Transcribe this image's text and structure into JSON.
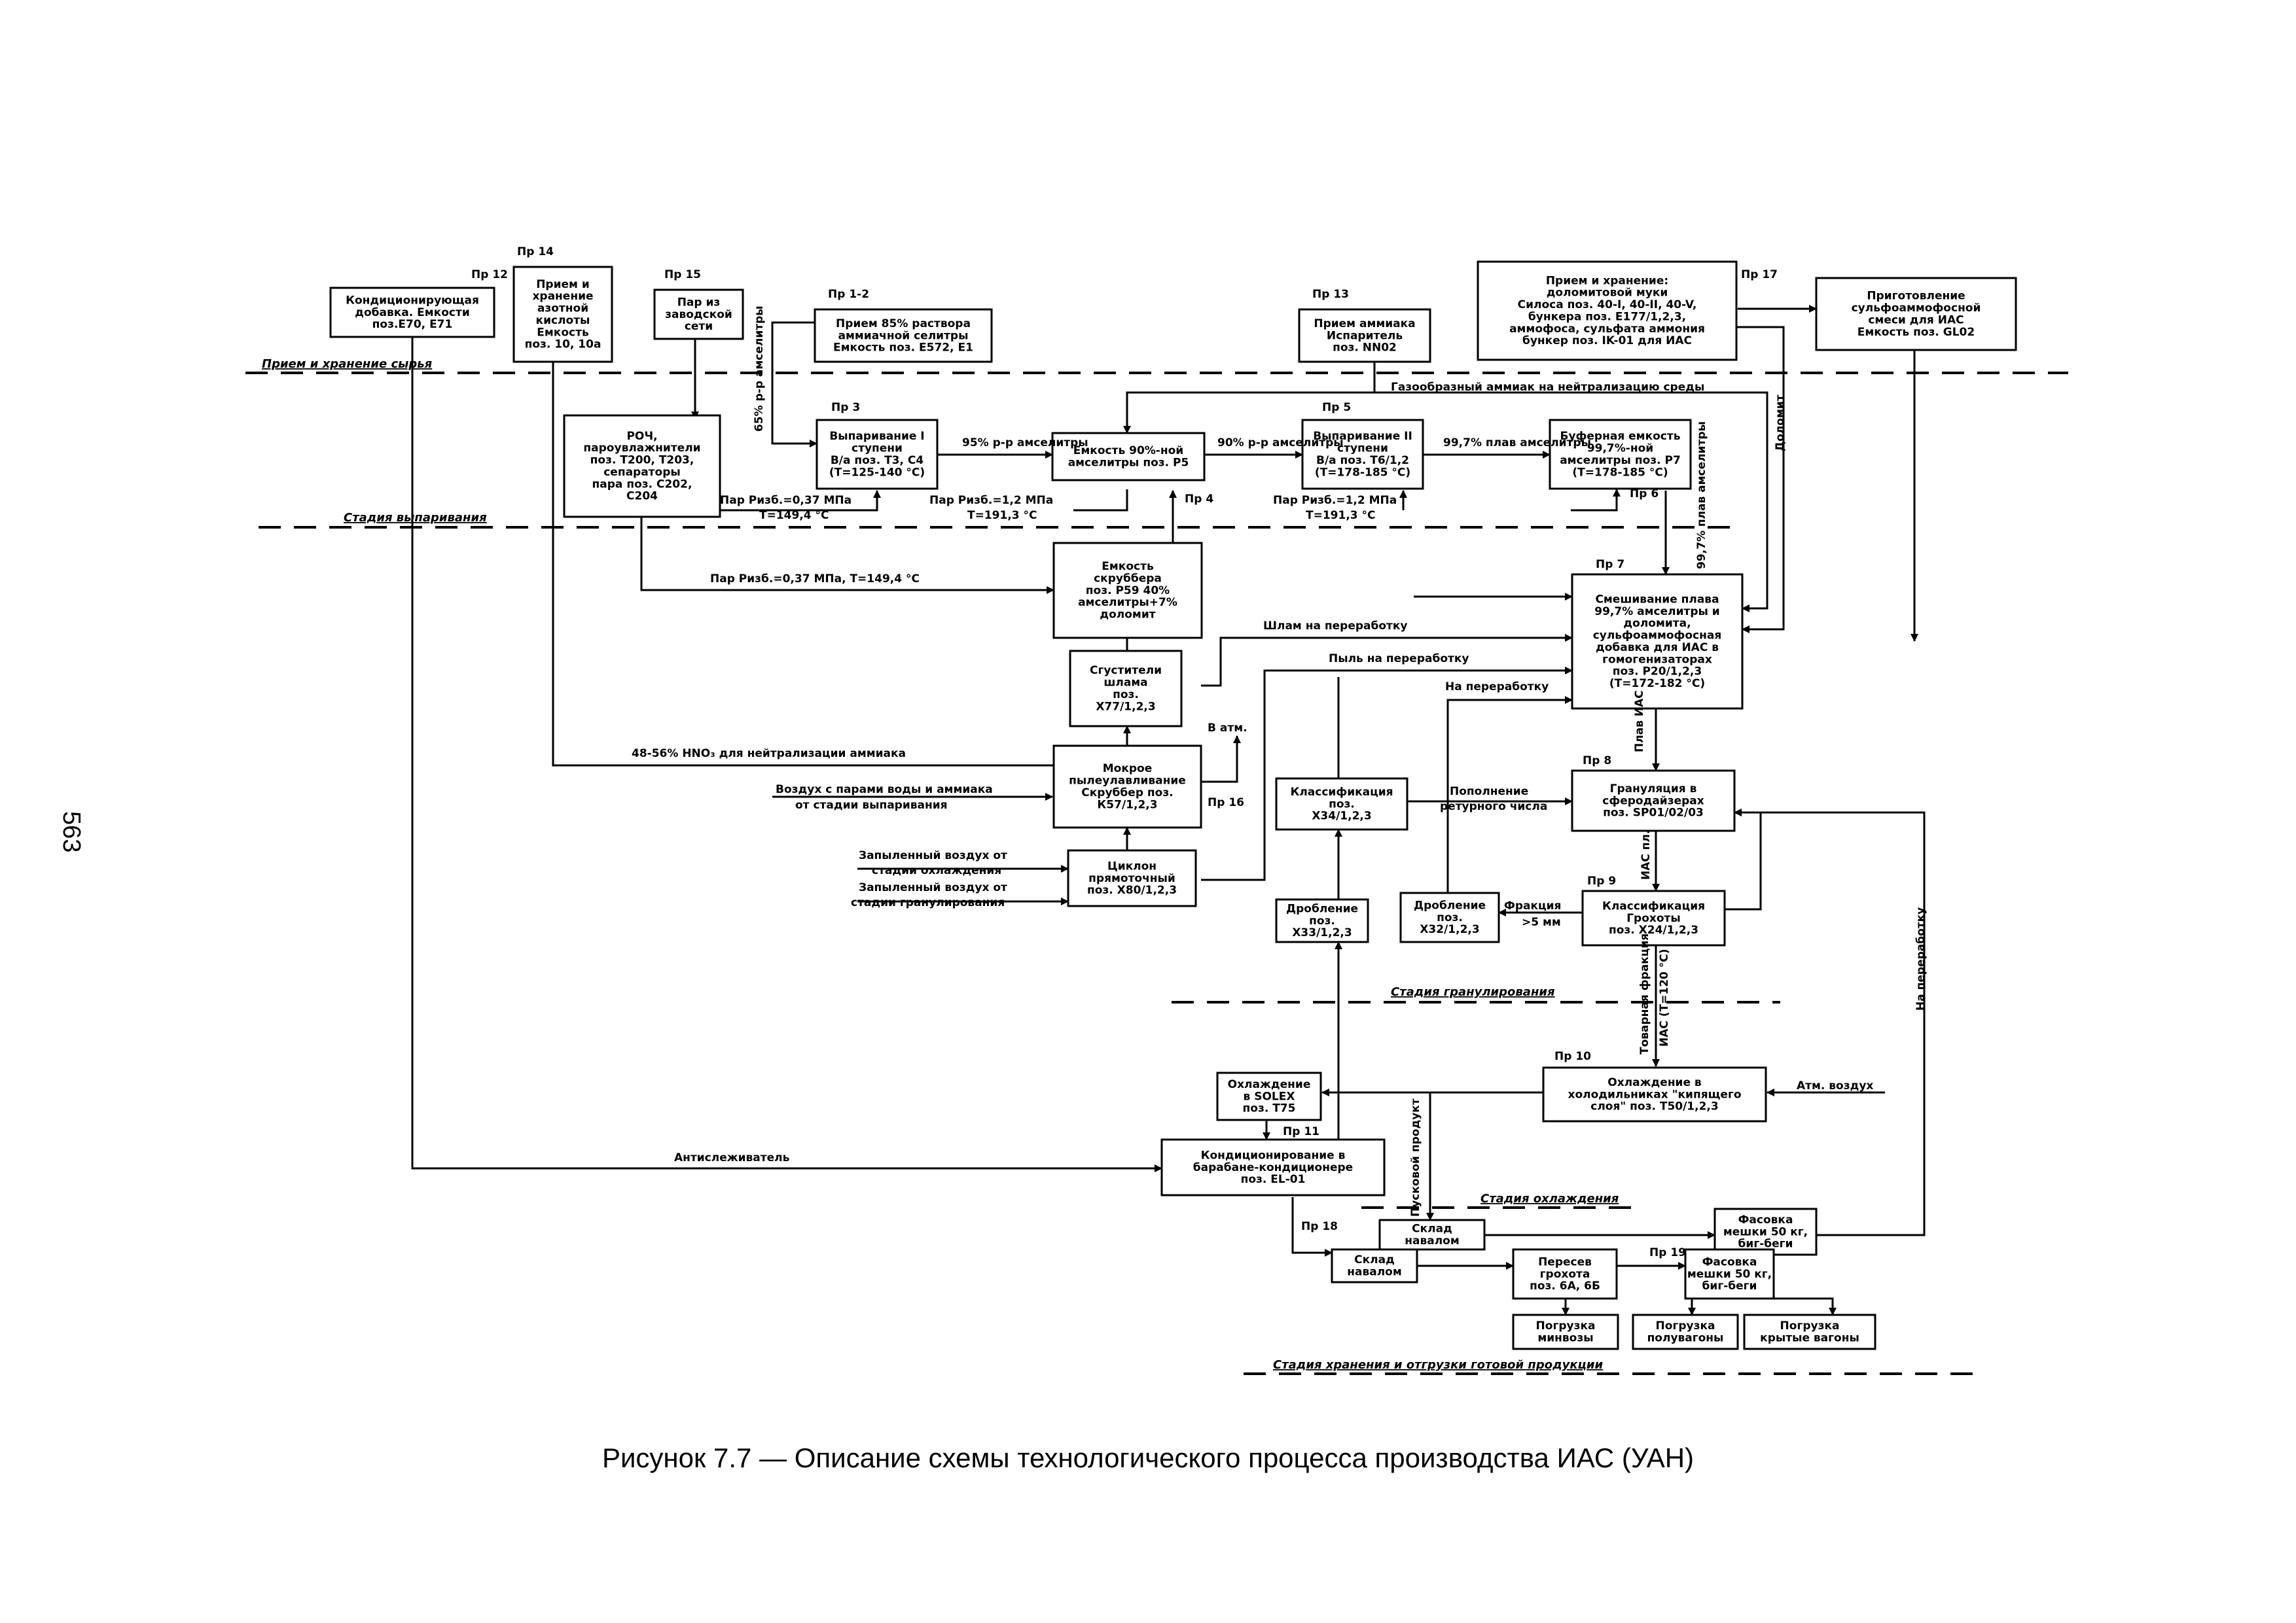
{
  "page_number": "563",
  "caption": "Рисунок 7.7 — Описание схемы технологического процесса производства ИАС (УАН)",
  "stages": {
    "storage": "Прием и хранение   сырья",
    "evaporation": "Стадия   выпаривания",
    "granulation": "Стадия гранулирования",
    "cooling": "Стадия охлаждения",
    "shipping": "Стадия хранения и отгрузки готовой продукции"
  },
  "nodes": [
    {
      "id": "n12",
      "tag": "Пр 12",
      "lines": [
        "Кондиционирующая",
        "добавка. Емкости",
        "поз.Е70, Е71"
      ]
    },
    {
      "id": "n14",
      "tag": "Пр 14",
      "lines": [
        "Прием и",
        "хранение",
        "азотной",
        "кислоты",
        "Емкость",
        "поз. 10, 10а"
      ]
    },
    {
      "id": "n15",
      "tag": "Пр 15",
      "lines": [
        "Пар из",
        "заводской",
        "сети"
      ]
    },
    {
      "id": "n12b",
      "tag": "Пр 1-2",
      "lines": [
        "Прием 85% раствора",
        "аммиачной селитры",
        "Емкость поз. Е572, Е1"
      ]
    },
    {
      "id": "n13",
      "tag": "Пр 13",
      "lines": [
        "Прием аммиака",
        "Испаритель",
        "поз. NN02"
      ]
    },
    {
      "id": "n17",
      "tag": "Пр 17",
      "lines": [
        "Прием и хранение:",
        "доломитовой муки",
        "Силоса поз. 40-I, 40-II, 40-V,",
        "бункера поз. Е177/1,2,3,",
        "аммофоса, сульфата аммония",
        "бункер поз. IK-01 для ИАС"
      ]
    },
    {
      "id": "n17b",
      "tag": "",
      "lines": [
        "Приготовление",
        "сульфоаммофосной",
        "смеси для ИАС",
        "Емкость поз. GL02"
      ]
    },
    {
      "id": "nroch",
      "tag": "",
      "lines": [
        "РОЧ,",
        "пароувлажнители",
        "поз. Т200, Т203,",
        "сепараторы",
        "пара поз. С202,",
        "С204"
      ]
    },
    {
      "id": "n3",
      "tag": "Пр 3",
      "lines": [
        "Выпаривание I",
        "ступени",
        "В/а поз. Т3, С4",
        "(Т=125-140 °С)"
      ]
    },
    {
      "id": "nP5",
      "tag": "",
      "lines": [
        "Емкость 90%-ной",
        "амселитры поз. Р5"
      ]
    },
    {
      "id": "n5",
      "tag": "Пр 5",
      "lines": [
        "Выпаривание II",
        "ступени",
        "В/а поз. Т6/1,2",
        "(Т=178-185 °С)"
      ]
    },
    {
      "id": "n6",
      "tag": "Пр 6",
      "lines": [
        "Буферная емкость",
        "99,7%-ной",
        "амселитры поз. Р7",
        "(Т=178-185 °С)"
      ]
    },
    {
      "id": "n4",
      "tag": "Пр 4",
      "lines": [
        "Емкость",
        "скруббера",
        "поз. Р59 40%",
        "амселитры+7%",
        "доломит"
      ]
    },
    {
      "id": "n7",
      "tag": "Пр 7",
      "lines": [
        "Смешивание плава",
        "99,7% амселитры и",
        "доломита,",
        "сульфоаммофосная",
        "добавка для ИАС в",
        "гомогенизаторах",
        "поз. Р20/1,2,3",
        "(Т=172-182 °С)"
      ]
    },
    {
      "id": "nX77",
      "tag": "",
      "lines": [
        "Сгустители",
        "шлама",
        "поз.",
        "Х77/1,2,3"
      ]
    },
    {
      "id": "nK57",
      "tag": "Пр 16",
      "lines": [
        "Мокрое",
        "пылеулавливание",
        "Скруббер поз.",
        "К57/1,2,3"
      ]
    },
    {
      "id": "nX80",
      "tag": "",
      "lines": [
        "Циклон",
        "прямоточный",
        "поз. Х80/1,2,3"
      ]
    },
    {
      "id": "nX34",
      "tag": "",
      "lines": [
        "Классификация",
        "поз.",
        "Х34/1,2,3"
      ]
    },
    {
      "id": "n8",
      "tag": "Пр 8",
      "lines": [
        "Грануляция в",
        "сферодайзерах",
        "поз. SP01/02/03"
      ]
    },
    {
      "id": "nX33",
      "tag": "",
      "lines": [
        "Дробление",
        "поз.",
        "Х33/1,2,3"
      ]
    },
    {
      "id": "nX32",
      "tag": "",
      "lines": [
        "Дробление",
        "поз.",
        "Х32/1,2,3"
      ]
    },
    {
      "id": "n9",
      "tag": "Пр 9",
      "lines": [
        "Классификация",
        "Грохоты",
        "поз. Х24/1,2,3"
      ]
    },
    {
      "id": "nT75",
      "tag": "",
      "lines": [
        "Охлаждение",
        "в SOLEX",
        "поз. Т75"
      ]
    },
    {
      "id": "n10",
      "tag": "Пр 10",
      "lines": [
        "Охлаждение в",
        "холодильниках \"кипящего",
        "слоя\" поз. Т50/1,2,3"
      ]
    },
    {
      "id": "n11",
      "tag": "Пр 11",
      "lines": [
        "Кондиционирование в",
        "барабане-кондиционере",
        "поз. EL-01"
      ]
    },
    {
      "id": "nSklad1",
      "tag": "",
      "lines": [
        "Склад",
        "навалом"
      ]
    },
    {
      "id": "nFas1",
      "tag": "",
      "lines": [
        "Фасовка",
        "мешки 50 кг,",
        "биг-беги"
      ]
    },
    {
      "id": "n18",
      "tag": "Пр 18",
      "lines": [
        "Склад",
        "навалом"
      ]
    },
    {
      "id": "nGroh",
      "tag": "",
      "lines": [
        "Пересев",
        "грохота",
        "поз. 6А, 6Б"
      ]
    },
    {
      "id": "nFas2",
      "tag": "Пр 19",
      "lines": [
        "Фасовка",
        "мешки 50 кг,",
        "биг-беги"
      ]
    },
    {
      "id": "nL1",
      "tag": "",
      "lines": [
        "Погрузка",
        "минвозы"
      ]
    },
    {
      "id": "nL2",
      "tag": "",
      "lines": [
        "Погрузка",
        "полувагоны"
      ]
    },
    {
      "id": "nL3",
      "tag": "",
      "lines": [
        "Погрузка",
        "крытые вагоны"
      ]
    }
  ],
  "flow_labels": [
    "65% р-р амселитры",
    "95% р-р амселитры",
    "90% р-р амселитры",
    "99,7% плав амселитры",
    "Газообразный аммиак на нейтрализацию среды",
    "Пар Ризб.=0,37 МПа",
    "Т=149,4 °С",
    "Пар Ризб.=1,2 МПа",
    "Т=191,3 °С",
    "Пар Ризб.=0,37 МПа, Т=149,4 °С",
    "Пар Ризб.=1,2 МПа",
    "Т=191,3 °С",
    "Доломит",
    "99,7% плав амселитры",
    "Шлам на переработку",
    "Пыль на переработку",
    "На переработку",
    "В атм.",
    "48-56% HNO₃ для нейтрализации аммиака",
    "Воздух с парами воды и аммиака",
    "от стадии выпаривания",
    "Запыленный воздух от",
    "стадии охлаждения",
    "Запыленный воздух от",
    "стадии гранулирования",
    "Пополнение",
    "ретурного числа",
    "Плав ИАС",
    "ИАС пл.",
    "Фракция",
    ">5 мм",
    "Товарная фракция",
    "ИАС (Т=120 °С)",
    "Атм. воздух",
    "Антислеживатель",
    "Пусковой продукт",
    "На переработку"
  ]
}
